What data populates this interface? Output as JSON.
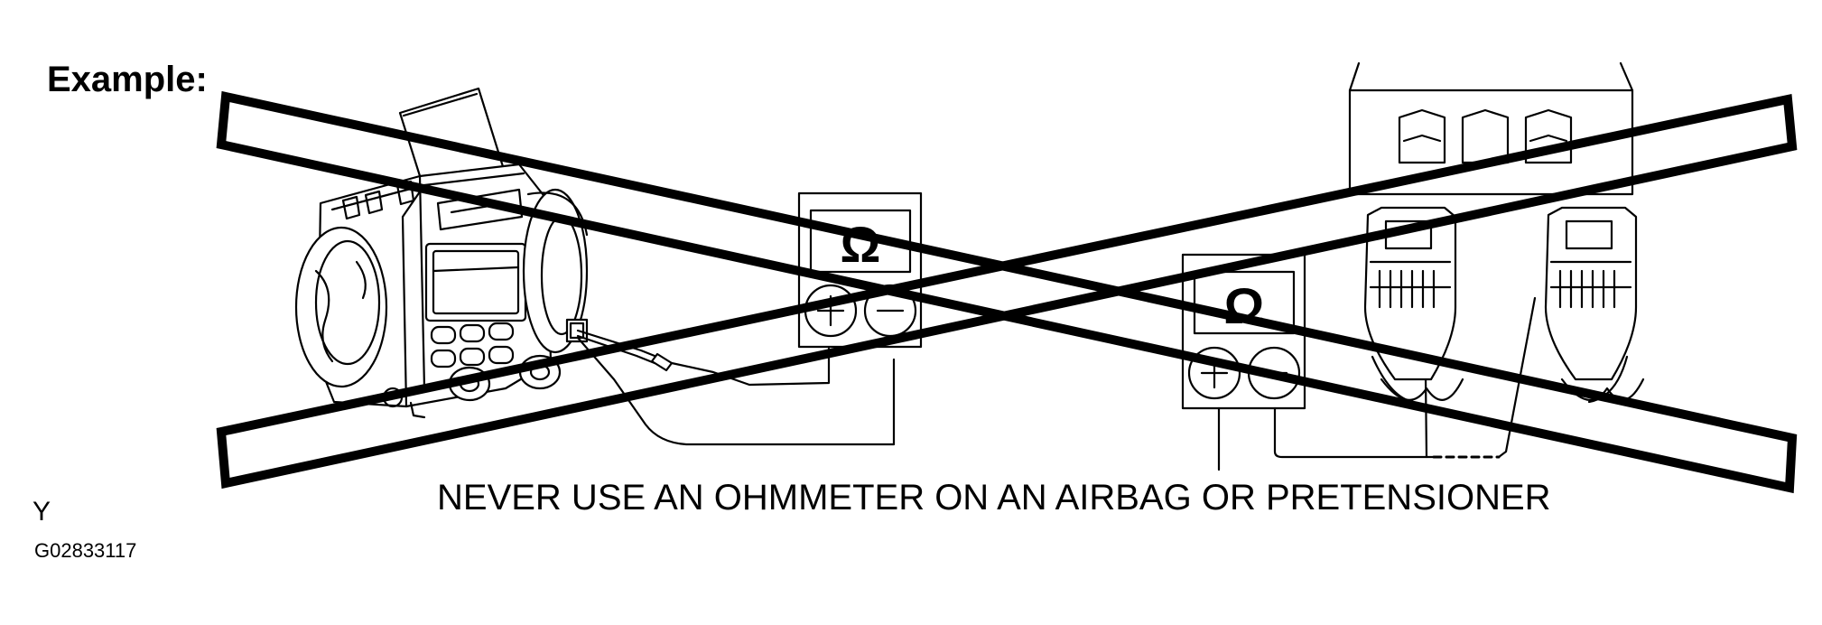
{
  "labels": {
    "example": "Example:",
    "warning": "NEVER USE AN OHMMETER ON AN AIRBAG OR PRETENSIONER",
    "code_letter": "Y",
    "figure_code": "G02833117"
  },
  "meter_symbol": "Ω",
  "meter_signs": {
    "plus": "+",
    "minus": "−"
  },
  "colors": {
    "ink": "#000000",
    "background": "#ffffff"
  }
}
